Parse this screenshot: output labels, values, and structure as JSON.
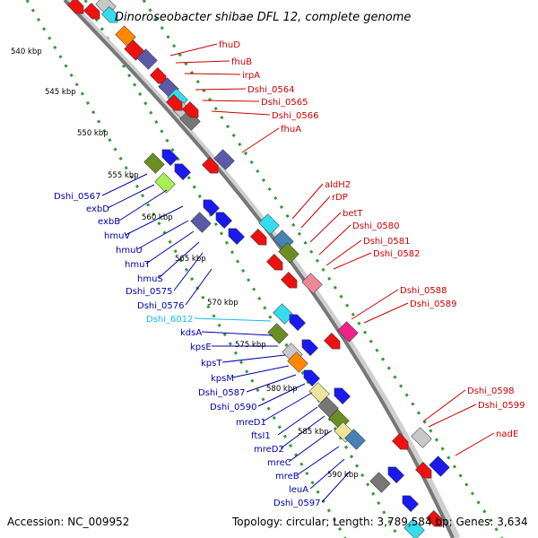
{
  "title": "Dinoroseobacter shibae DFL 12, complete genome",
  "footer": {
    "accession": "Accession: NC_009952",
    "topology": "Topology: circular; Length: 3,789,584 bp; Genes: 3,634"
  },
  "colors": {
    "red": "#ee1111",
    "blue": "#1a1aee",
    "slate": "#5a5aa8",
    "cyan": "#33ddee",
    "gray": "#777777",
    "lightgray": "#c8c8c8",
    "olive": "#6b8e23",
    "khaki": "#ece49a",
    "steel": "#4682b4",
    "orange": "#ff8800",
    "magenta": "#ee2288",
    "pink": "#ee8899",
    "lime": "#aaee55",
    "green": "#339933",
    "label_red": "#cc0000",
    "label_blue": "#0000aa",
    "label_cyan": "#11bbee"
  },
  "ticks": [
    {
      "label": "540 kbp"
    },
    {
      "label": "545 kbp"
    },
    {
      "label": "550 kbp"
    },
    {
      "label": "555 kbp"
    },
    {
      "label": "560 kbp"
    },
    {
      "label": "565 kbp"
    },
    {
      "label": "570 kbp"
    },
    {
      "label": "575 kbp"
    },
    {
      "label": "580 kbp"
    },
    {
      "label": "585 kbp"
    },
    {
      "label": "590 kbp"
    }
  ],
  "labels_right": [
    {
      "text": "fhuD"
    },
    {
      "text": "fhuB"
    },
    {
      "text": "irpA"
    },
    {
      "text": "Dshi_0564"
    },
    {
      "text": "Dshi_0565"
    },
    {
      "text": "Dshi_0566"
    },
    {
      "text": "fhuA"
    },
    {
      "text": "aldH2"
    },
    {
      "text": "rDP"
    },
    {
      "text": "betT"
    },
    {
      "text": "Dshi_0580"
    },
    {
      "text": "Dshi_0581"
    },
    {
      "text": "Dshi_0582"
    },
    {
      "text": "Dshi_0588"
    },
    {
      "text": "Dshi_0589"
    },
    {
      "text": "Dshi_0598"
    },
    {
      "text": "Dshi_0599"
    },
    {
      "text": "nadE"
    }
  ],
  "labels_left": [
    {
      "text": "Dshi_0567"
    },
    {
      "text": "exbD"
    },
    {
      "text": "exbB"
    },
    {
      "text": "hmuV"
    },
    {
      "text": "hmuU"
    },
    {
      "text": "hmuT"
    },
    {
      "text": "hmuS"
    },
    {
      "text": "Dshi_0575"
    },
    {
      "text": "Dshi_0576"
    },
    {
      "text": "Dshi_6012"
    },
    {
      "text": "kdsA"
    },
    {
      "text": "kpsE"
    },
    {
      "text": "kpsT"
    },
    {
      "text": "kpsM"
    },
    {
      "text": "Dshi_0587"
    },
    {
      "text": "Dshi_0590"
    },
    {
      "text": "mreD1"
    },
    {
      "text": "ftsI1"
    },
    {
      "text": "mreD2"
    },
    {
      "text": "mreC"
    },
    {
      "text": "mreB"
    },
    {
      "text": "leuA"
    },
    {
      "text": "Dshi_0597"
    }
  ]
}
